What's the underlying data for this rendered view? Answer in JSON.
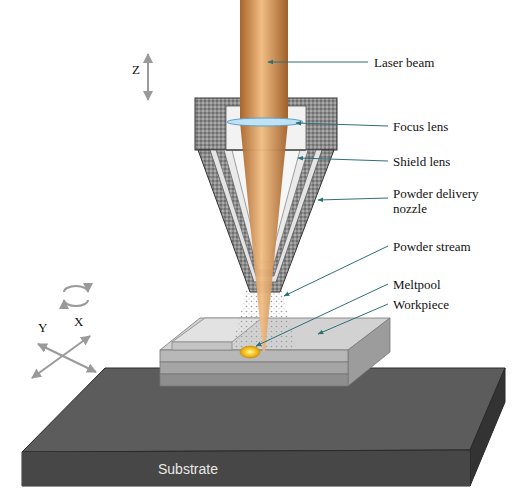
{
  "diagram": {
    "nodes": [
      {
        "text": [
          "Substrate"
        ]
      }
    ],
    "labels": [
      "Z",
      "Laser beam",
      "Focus lens",
      "Shield lens",
      "Powder delivery nozzle",
      "Powder stream",
      "Meltpool",
      "Workpiece",
      "Y",
      "X"
    ]
  }
}
